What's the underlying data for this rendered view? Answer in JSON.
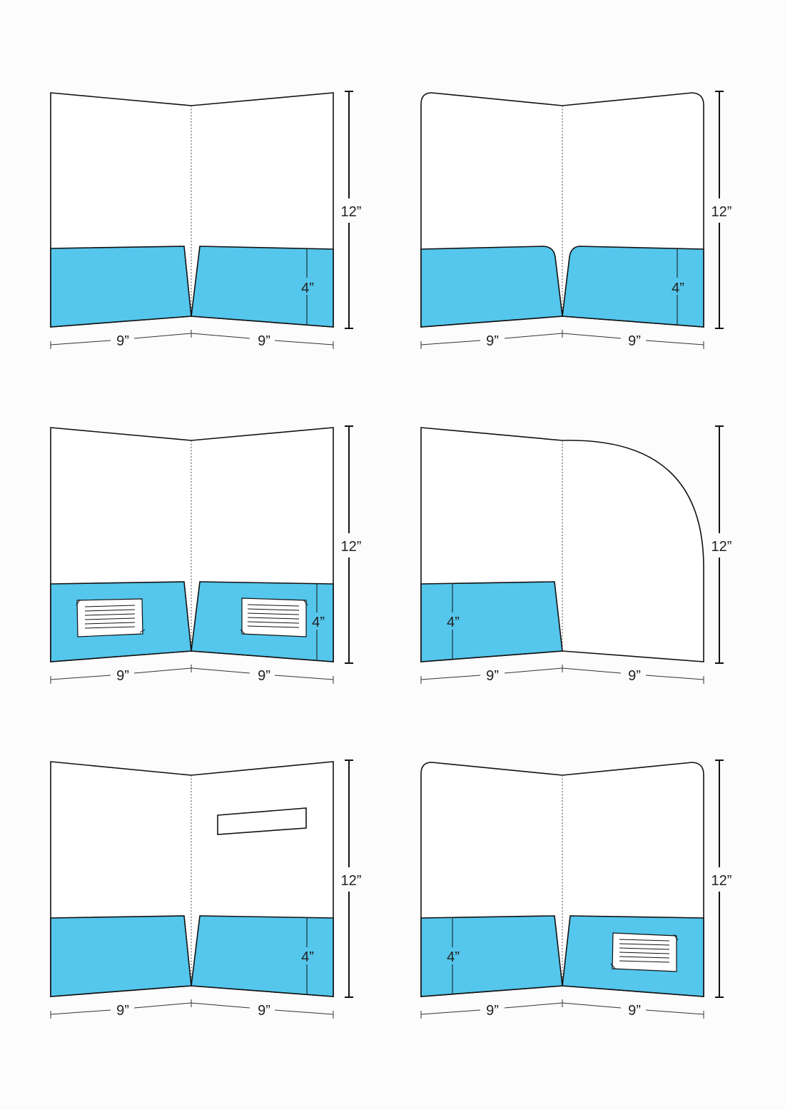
{
  "colors": {
    "pocket": "#55c6ec",
    "outline": "#111111",
    "background": "#fcfcfc"
  },
  "folders": [
    {
      "id": "standard-two-pocket",
      "height_label": "12”",
      "pocket_height_label": "4”",
      "left_width_label": "9”",
      "right_width_label": "9”"
    },
    {
      "id": "rounded-two-pocket",
      "height_label": "12”",
      "pocket_height_label": "4”",
      "left_width_label": "9”",
      "right_width_label": "9”"
    },
    {
      "id": "two-pocket-business-card",
      "height_label": "12”",
      "pocket_height_label": "4”",
      "left_width_label": "9”",
      "right_width_label": "9”"
    },
    {
      "id": "single-pocket-curved-flap",
      "height_label": "12”",
      "pocket_height_label": "4”",
      "left_width_label": "9”",
      "right_width_label": "9”"
    },
    {
      "id": "two-pocket-slit",
      "height_label": "12”",
      "pocket_height_label": "4”",
      "left_width_label": "9”",
      "right_width_label": "9”"
    },
    {
      "id": "rounded-two-pocket-card",
      "height_label": "12”",
      "pocket_height_label": "4”",
      "left_width_label": "9”",
      "right_width_label": "9”"
    }
  ]
}
